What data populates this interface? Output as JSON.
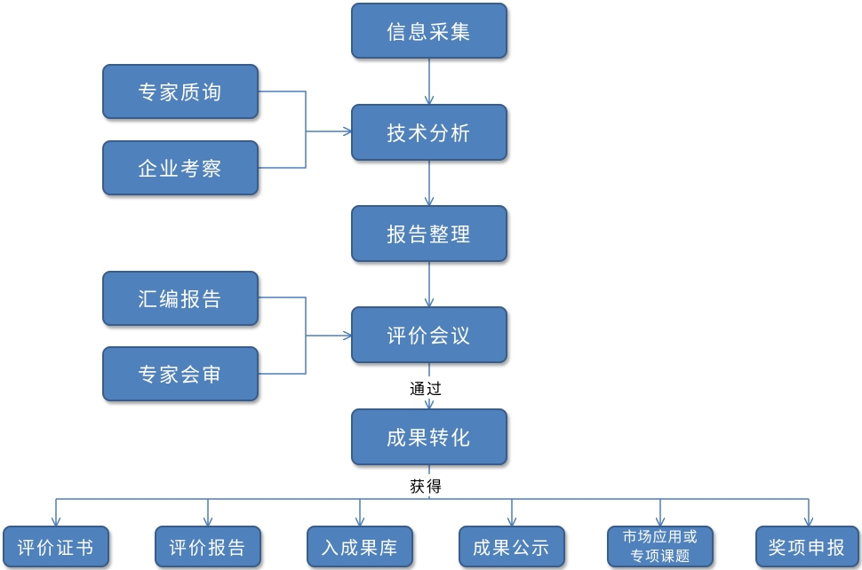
{
  "flow": {
    "collect": "信息采集",
    "analysis": "技术分析",
    "report": "报告整理",
    "review_meeting": "评价会议",
    "transform": "成果转化"
  },
  "inputs": {
    "expert_query": "专家质询",
    "enterprise_visit": "企业考察",
    "compile_report": "汇编报告",
    "expert_review": "专家会审"
  },
  "labels": {
    "pass": "通过",
    "obtain": "获得"
  },
  "outputs": {
    "certificate": "评价证书",
    "eval_report": "评价报告",
    "into_library": "入成果库",
    "publicity": "成果公示",
    "market_line1": "市场应用或",
    "market_line2": "专项课题",
    "award": "奖项申报"
  },
  "colors": {
    "box_fill": "#4f81bd",
    "box_border": "#385d8a",
    "connector": "#4a7ebb"
  }
}
